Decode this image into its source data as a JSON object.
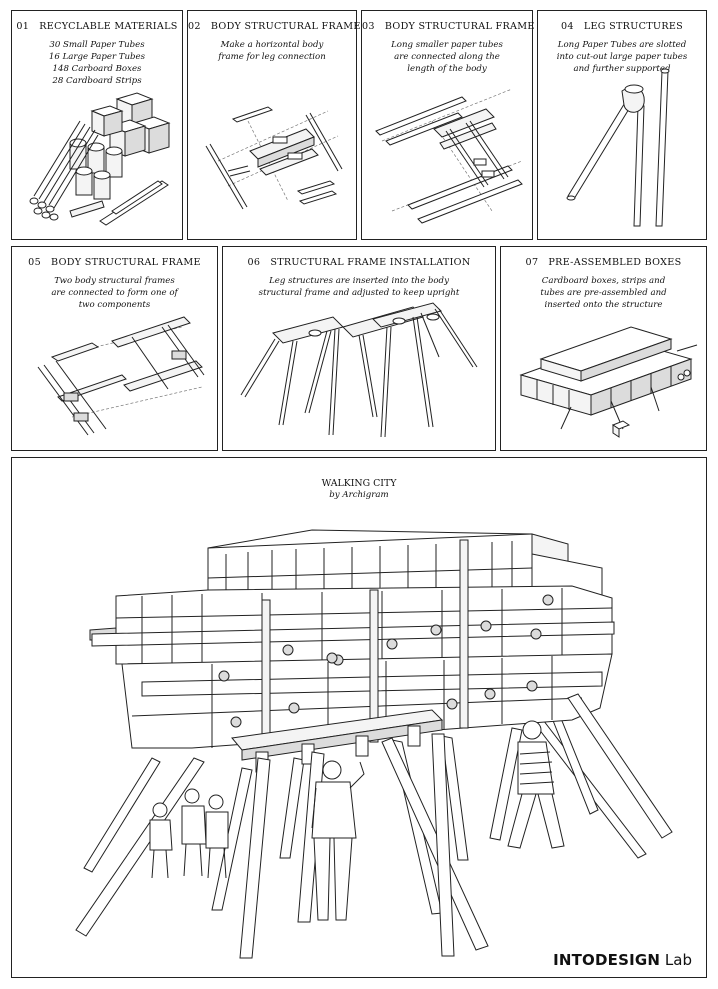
{
  "steps": [
    {
      "number": "01",
      "title": "RECYCLABLE MATERIALS",
      "description": "30 Small Paper Tubes\n16 Large Paper Tubes\n148 Carboard Boxes\n28 Cardboard Strips"
    },
    {
      "number": "02",
      "title": "BODY STRUCTURAL FRAME",
      "description": "Make a horizontal body\nframe for leg connection"
    },
    {
      "number": "03",
      "title": "BODY STRUCTURAL FRAME",
      "description": "Long smaller paper tubes\nare connected along the\nlength of the body"
    },
    {
      "number": "04",
      "title": "LEG STRUCTURES",
      "description": "Long Paper Tubes are slotted\ninto cut-out large paper tubes\nand further supported"
    },
    {
      "number": "05",
      "title": "BODY STRUCTURAL FRAME",
      "description": "Two body structural frames\nare connected to form one of\ntwo components"
    },
    {
      "number": "06",
      "title": "STRUCTURAL FRAME INSTALLATION",
      "description": "Leg structures are inserted into the body\nstructural frame and adjusted to keep upright"
    },
    {
      "number": "07",
      "title": "PRE-ASSEMBLED BOXES",
      "description": "Cardboard boxes, strips and\ntubes are pre-assembled and\ninserted onto the structure"
    }
  ],
  "main": {
    "title": "WALKING CITY",
    "subtitle": "by Archigram"
  },
  "brand": {
    "bold": "INTODESIGN",
    "light": "Lab"
  }
}
